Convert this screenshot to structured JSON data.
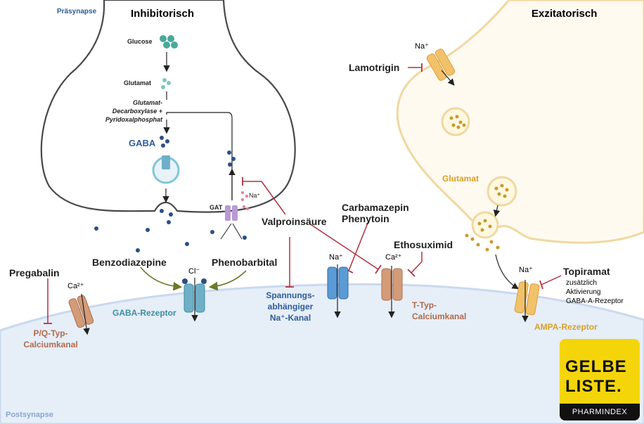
{
  "regions": {
    "presynapse": "Präsynapse",
    "postsynapse": "Postsynapse",
    "inhibitory": "Inhibitorisch",
    "excitatory": "Exzitatorisch"
  },
  "pathway": {
    "glucose": "Glucose",
    "glutamate": "Glutamat",
    "enzyme_line1": "Glutamat-",
    "enzyme_line2": "Decarboxylase +",
    "enzyme_line3": "Pyridoxalphosphat",
    "gaba": "GABA",
    "gat": "GAT",
    "na_small": "Na⁺"
  },
  "drugs": {
    "lamotrigin": "Lamotrigin",
    "valproinsaeure": "Valproinsäure",
    "carbamazepin": "Carbamazepin",
    "phenytoin": "Phenytoin",
    "ethosuximid": "Ethosuximid",
    "topiramat": "Topiramat",
    "topiramat_note_1": "zusätzlich",
    "topiramat_note_2": "Aktivierung",
    "topiramat_note_3": "GABA-A-Rezeptor",
    "pregabalin": "Pregabalin",
    "benzodiazepine": "Benzodiazepine",
    "phenobarbital": "Phenobarbital"
  },
  "channels": {
    "pq_line1": "P/Q-Typ-",
    "pq_line2": "Calciumkanal",
    "gaba_receptor": "GABA-Rezeptor",
    "na_channel_line1": "Spannungs-",
    "na_channel_line2": "abhängiger",
    "na_channel_line3": "Na⁺-Kanal",
    "ttype_line1": "T-Typ-",
    "ttype_line2": "Calciumkanal",
    "ampa": "AMPA-Rezeptor",
    "glutamate_ex": "Glutamat"
  },
  "ions": {
    "na": "Na⁺",
    "ca": "Ca²⁺",
    "cl": "Cl⁻"
  },
  "logo": {
    "line1": "GELBE",
    "line2": "LISTE.",
    "sub": "PHARMINDEX"
  },
  "colors": {
    "inhibitory_membrane": "#46484c",
    "excitatory_membrane": "#f0d8a0",
    "excitatory_fill": "#fffaf0",
    "postsynapse_fill": "#e6eef8",
    "inhibit_line": "#b03040",
    "gaba_dot": "#2a4f86",
    "glutamate_dot": "#c89a2e",
    "channel_blue": "#5b9bd5",
    "channel_brown": "#d49b78",
    "channel_gold": "#f2c26a",
    "channel_purple": "#b79ad6",
    "gaba_receptor": "#6fb0c8",
    "logo_yellow": "#f4d50a"
  }
}
